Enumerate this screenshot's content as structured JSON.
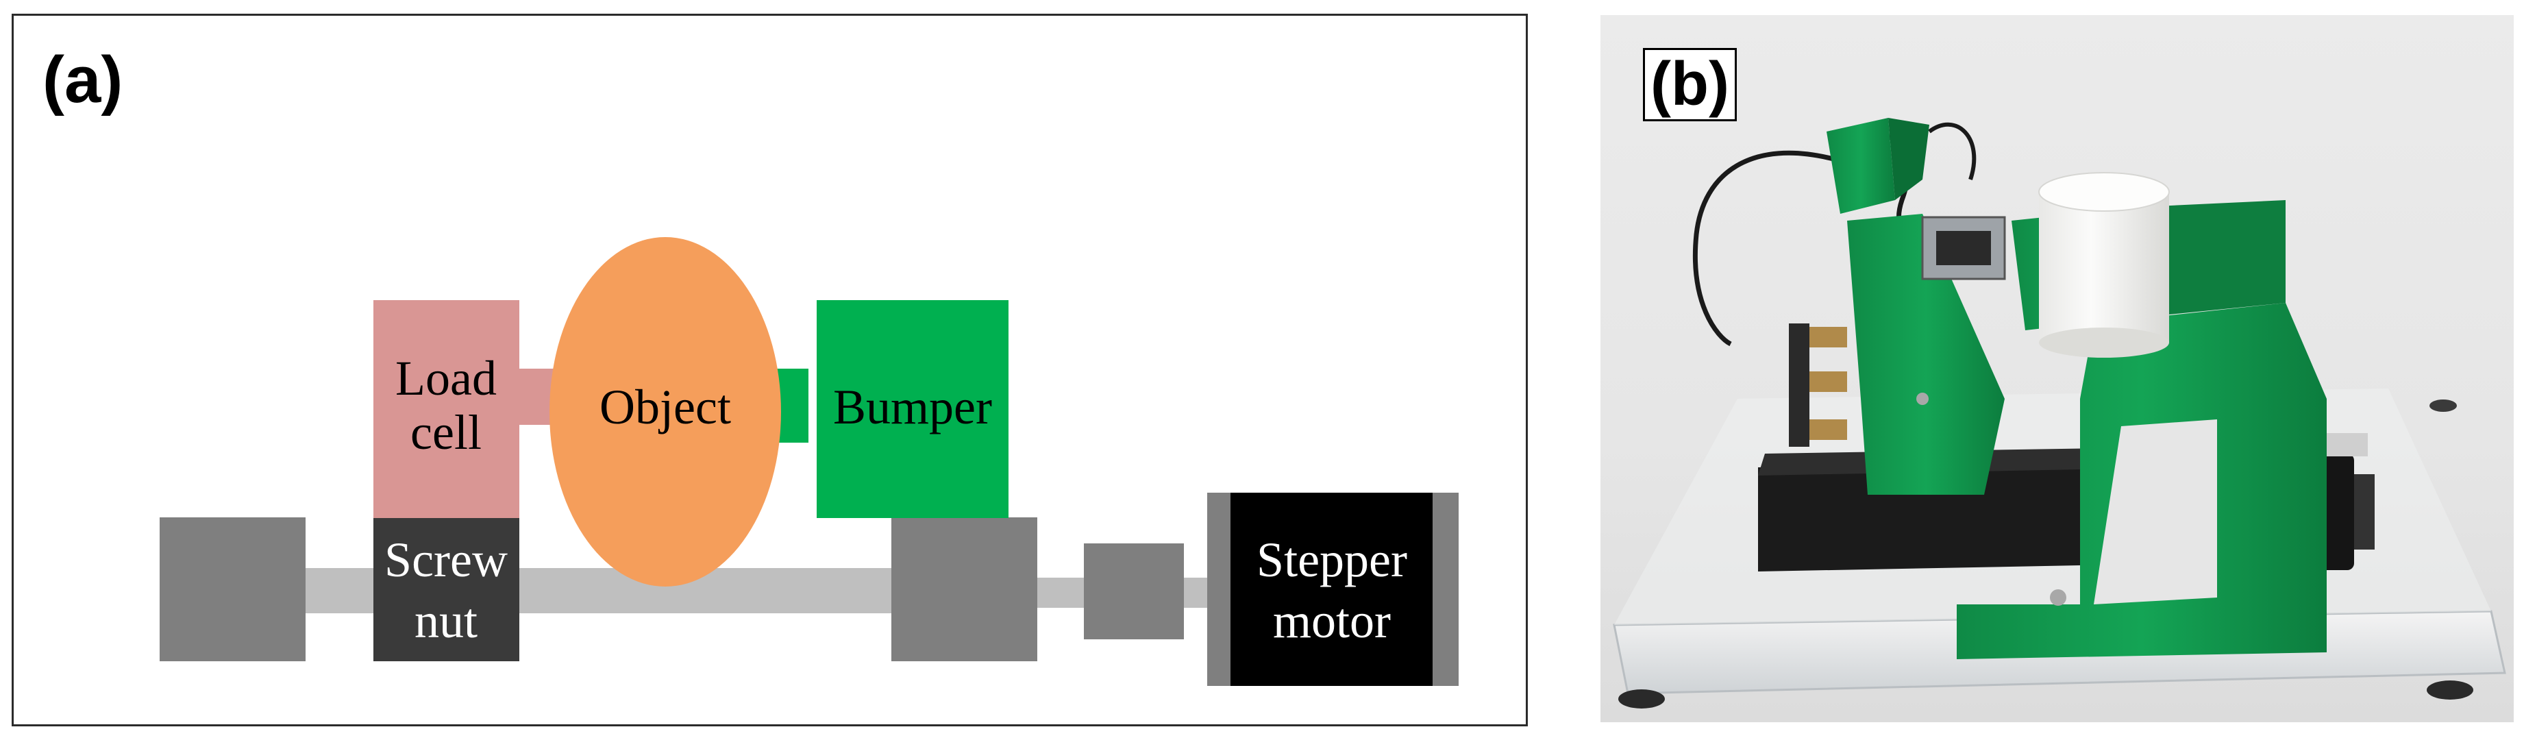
{
  "panel_a": {
    "label": "(a)",
    "components": {
      "load_cell": [
        "Load",
        "cell"
      ],
      "object": "Object",
      "bumper": "Bumper",
      "screw_nut": [
        "Screw",
        "nut"
      ],
      "stepper_motor": [
        "Stepper",
        "motor"
      ]
    },
    "colors": {
      "load_cell": "#d99694",
      "object": "#f59e5b",
      "bumper": "#00b050",
      "screw_nut": "#3a3a3a",
      "stepper_motor": "#000000",
      "support_block": "#7f7f7f",
      "rod": "#bfbfbf"
    }
  },
  "panel_b": {
    "label": "(b)"
  }
}
